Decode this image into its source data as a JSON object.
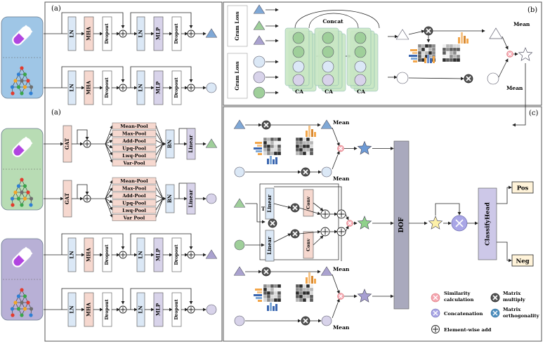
{
  "panels": {
    "a": "(a)",
    "b": "(b)",
    "c": "(c)"
  },
  "blocks": {
    "ln": "LN",
    "mha": "MHA",
    "dropout": "Dropout",
    "mlp": "MLP",
    "gat": "GAT",
    "bn": "BN",
    "linear": "Linear",
    "conv": "Conv",
    "dof": "DOF",
    "classify_head": "ClassifyHead",
    "pos": "Pos",
    "neg": "Neg",
    "concat": "Concat",
    "ca": "CA",
    "gram_loss": "Gram Loss",
    "mean": "Mean",
    "t_mark": "T"
  },
  "pools": [
    "Mean-Pool",
    "Max-Pool",
    "Add-Pool",
    "Upq-Pool",
    "Lwq-Pool",
    "Var-Pool"
  ],
  "pools2": [
    "Mean-Pool",
    "Max-Pool",
    "Add-Pool",
    "Upq-Pool",
    "Lwq-Pool",
    "Var Pool"
  ],
  "legend": {
    "similarity": "Similarity calculation",
    "matrix_multiply": "Matrix multiply",
    "concatenation": "Concatenation",
    "matrix_orthogonality": "Matrix orthogonality",
    "elementwise_add": "Element-wise add"
  },
  "colors": {
    "blue": "#dbe8f6",
    "pink": "#f6d8cf",
    "purple": "#d8d3ea",
    "green_bg": "#b8dcb4",
    "blue_bg": "#9fc6e6",
    "purple_bg": "#b8b0d6",
    "tri_blue": "#7fa8d6",
    "tri_green": "#9fcf9a",
    "tri_purple": "#aaa2cf",
    "dof": "#a9a9bd",
    "classify": "#cdc8e8",
    "pos_neg": "#fff3d9"
  }
}
